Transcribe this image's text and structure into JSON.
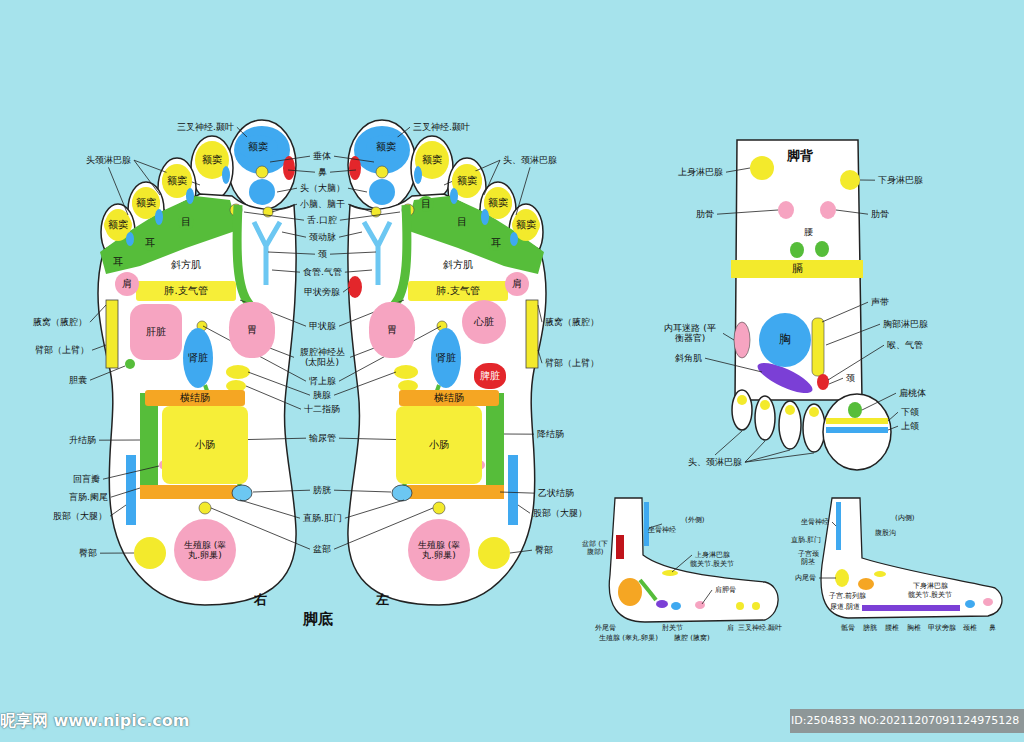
{
  "diagram": {
    "nodes": [
      {
        "text": [
          "额窦"
        ]
      },
      {
        "text": [
          "额窦"
        ]
      },
      {
        "text": [
          "额窦"
        ]
      },
      {
        "text": [
          "额窦"
        ]
      },
      {
        "text": [
          "额窦"
        ]
      },
      {
        "text": [
          "目"
        ]
      },
      {
        "text": [
          "耳"
        ]
      },
      {
        "text": [
          "耳"
        ]
      },
      {
        "text": [
          "斜方肌"
        ]
      },
      {
        "text": [
          "肺.支气管"
        ]
      },
      {
        "text": [
          "肩"
        ]
      },
      {
        "text": [
          "肝脏"
        ]
      },
      {
        "text": [
          "胃"
        ]
      },
      {
        "text": [
          "肾脏"
        ]
      },
      {
        "text": [
          "横结肠"
        ]
      },
      {
        "text": [
          "小肠"
        ]
      },
      {
        "text": [
          "生殖腺 (睾丸.卵巢)"
        ]
      },
      {
        "text": [
          "额窦"
        ]
      },
      {
        "text": [
          "额窦"
        ]
      },
      {
        "text": [
          "额窦"
        ]
      },
      {
        "text": [
          "额窦"
        ]
      },
      {
        "text": [
          "额窦"
        ]
      },
      {
        "text": [
          "目"
        ]
      },
      {
        "text": [
          "目"
        ]
      },
      {
        "text": [
          "耳"
        ]
      },
      {
        "text": [
          "斜方肌"
        ]
      },
      {
        "text": [
          "肺.支气管"
        ]
      },
      {
        "text": [
          "肩"
        ]
      },
      {
        "text": [
          "心脏"
        ]
      },
      {
        "text": [
          "胃"
        ]
      },
      {
        "text": [
          "肾脏"
        ]
      },
      {
        "text": [
          "脾脏"
        ]
      },
      {
        "text": [
          "横结肠"
        ]
      },
      {
        "text": [
          "小肠"
        ]
      },
      {
        "text": [
          "生殖腺 (睾丸.卵巢)"
        ]
      },
      {
        "text": [
          "胸"
        ]
      },
      {
        "text": [
          "膈"
        ]
      }
    ],
    "labels": [
      "三叉神经.颞叶",
      "三叉神经.颞叶",
      "头颈淋巴腺",
      "头、颈淋巴腺",
      "垂体",
      "鼻",
      "头（大脑）",
      "小脑、脑干",
      "舌.口腔",
      "颈动脉",
      "颈",
      "食管.气管",
      "甲状旁腺",
      "甲状腺",
      "腹腔神经丛 (太阳丛)",
      "肾上腺",
      "胰腺",
      "十二指肠",
      "输尿管",
      "膀胱",
      "直肠.肛门",
      "盆部",
      "腋窝（腋腔）",
      "臂部（上臂）",
      "胆囊",
      "升结肠",
      "回盲瓣",
      "盲肠.阑尾",
      "股部（大腿）",
      "臀部",
      "腋窝（腋腔）",
      "臂部（上臂）",
      "降结肠",
      "乙状结肠",
      "股部（大腿）",
      "臀部",
      "右",
      "左",
      "脚底",
      "脚背",
      "上身淋巴腺",
      "下身淋巴腺",
      "肋骨",
      "肋骨",
      "腰",
      "声带",
      "胸部淋巴腺",
      "喉、气管",
      "内耳迷路 (平衡器官)",
      "斜角肌",
      "颈",
      "扁桃体",
      "下颌",
      "上颌",
      "头、颈淋巴腺",
      "坐骨神经",
      "(外侧)",
      "盆部 (下腹部)",
      "上身淋巴腺",
      "髋关节.股关节",
      "肩胛骨",
      "外尾骨",
      "生殖腺 (睾丸.卵巢)",
      "肘关节",
      "腋腔 (腋窝)",
      "肩",
      "三叉神经.颞叶",
      "坐骨神经",
      "(内侧)",
      "腹股沟",
      "直肠.肛门",
      "子宫颈 阴茎",
      "下身淋巴腺",
      "髋关节.股关节",
      "内尾骨",
      "子宫.前列腺",
      "尿道.阴道",
      "骶骨",
      "膀胱",
      "腰椎",
      "胸椎",
      "甲状旁腺",
      "颈椎",
      "鼻",
      "昵享网 www.nipic.com",
      "ID:2504833 NO:20211207091124975128"
    ]
  }
}
